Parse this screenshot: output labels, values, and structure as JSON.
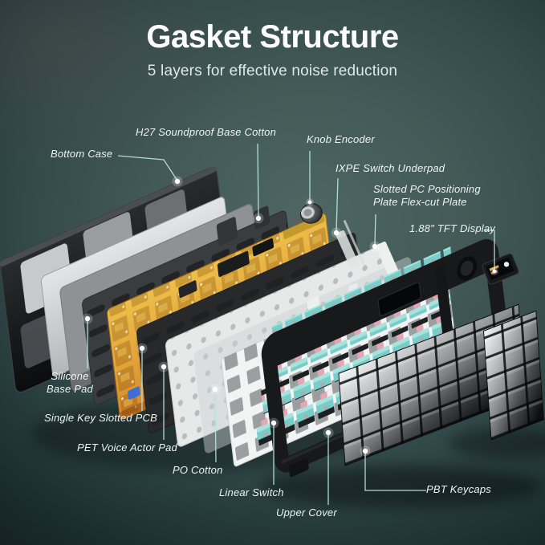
{
  "header": {
    "title": "Gasket Structure",
    "subtitle": "5 layers for effective noise reduction"
  },
  "callouts": {
    "bottom_case": {
      "lines": [
        "Bottom Case"
      ]
    },
    "h27": {
      "lines": [
        "H27 Soundproof Base Cotton"
      ]
    },
    "knob": {
      "lines": [
        "Knob Encoder"
      ]
    },
    "ixpe": {
      "lines": [
        "IXPE Switch Underpad"
      ]
    },
    "slotted": {
      "lines": [
        "Slotted PC Positioning",
        "Plate Flex-cut Plate"
      ]
    },
    "tft": {
      "lines": [
        "1.88\" TFT Display"
      ]
    },
    "silicone": {
      "lines": [
        "Silicone",
        "Base Pad"
      ]
    },
    "pcb": {
      "lines": [
        "Single Key Slotted PCB"
      ]
    },
    "pet": {
      "lines": [
        "PET Voice Actor Pad"
      ]
    },
    "po": {
      "lines": [
        "PO Cotton"
      ]
    },
    "switch": {
      "lines": [
        "Linear Switch"
      ]
    },
    "cover": {
      "lines": [
        "Upper Cover"
      ]
    },
    "keycaps": {
      "lines": [
        "PBT Keycaps"
      ]
    }
  },
  "colors": {
    "title_text": "#ffffff",
    "subtitle_text": "#dfe9e7",
    "label_text": "#eef4f2",
    "accent_line": "#b7e3de",
    "bg_center": "#4e6763",
    "bg_edge": "#0e191b",
    "case_black": "#101214",
    "pcb_yellow": "#eec04a",
    "pcb_orange": "#d8892a",
    "switch_teal": "#77cec8",
    "switch_stem_pink": "#e3a6b3",
    "plate_white": "#f2f3f3",
    "keycap_light": "#f5f5f5",
    "keycap_dark": "#0c0e0f"
  }
}
